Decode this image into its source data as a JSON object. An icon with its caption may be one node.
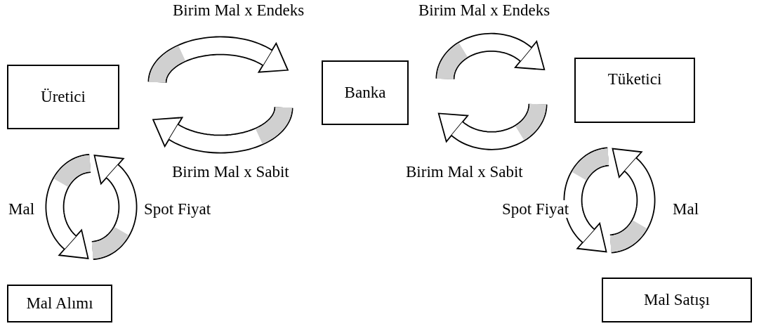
{
  "diagram": {
    "nodes": [
      {
        "text": [
          "Üretici"
        ]
      },
      {
        "text": [
          "Banka"
        ]
      },
      {
        "text": [
          "Tüketici"
        ]
      },
      {
        "text": [
          "Mal Alımı"
        ]
      },
      {
        "text": [
          "Mal Satışı"
        ]
      }
    ],
    "edges": [
      {
        "from": 0,
        "to": 1,
        "arrow": "to",
        "label": "Birim Mal x Endeks"
      },
      {
        "from": 1,
        "to": 0,
        "arrow": "to",
        "label": "Birim Mal x Sabit"
      },
      {
        "from": 1,
        "to": 2,
        "arrow": "to",
        "label": "Birim Mal x Endeks"
      },
      {
        "from": 2,
        "to": 1,
        "arrow": "to",
        "label": "Birim Mal x Sabit"
      },
      {
        "from": 0,
        "to": 3,
        "arrow": "to",
        "label": "Mal"
      },
      {
        "from": 3,
        "to": 0,
        "arrow": "to",
        "label": "Spot Fiyat"
      },
      {
        "from": 2,
        "to": 4,
        "arrow": "to",
        "label": "Spot Fiyat"
      },
      {
        "from": 4,
        "to": 2,
        "arrow": "to",
        "label": "Mal"
      }
    ]
  }
}
